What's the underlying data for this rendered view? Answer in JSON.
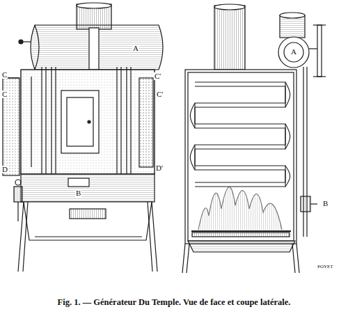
{
  "diagram": {
    "caption": "Fig. 1. — Générateur Du Temple. Vue de face et coupe latérale.",
    "labels": [
      "A",
      "C",
      "C'",
      "C",
      "C'",
      "D",
      "D'",
      "B",
      "A",
      "B",
      "POYET"
    ]
  }
}
